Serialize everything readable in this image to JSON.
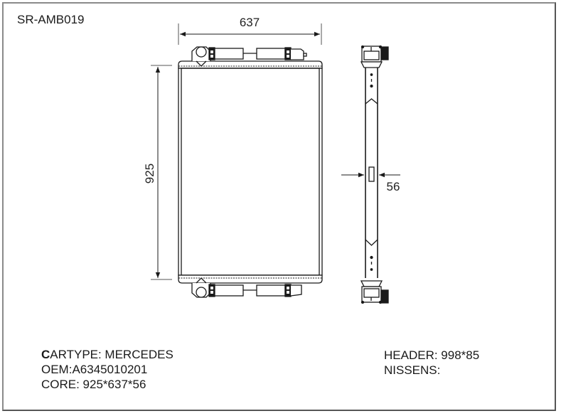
{
  "part_number": "SR-AMB019",
  "dimensions": {
    "width_label": "637",
    "height_label": "925",
    "depth_label": "56"
  },
  "specs_left": {
    "cartype_first_letter": "C",
    "cartype_rest": "ARTYPE: MERCEDES",
    "oem": "OEM:A6345010201",
    "core": "CORE: 925*637*56"
  },
  "specs_right": {
    "header": "HEADER: 998*85",
    "nissens": "NISSENS:"
  },
  "views": {
    "front": "radiator-front-view",
    "side": "radiator-side-view"
  },
  "colors": {
    "line": "#1a1a1a",
    "frame_border": "#8a8a8a",
    "background": "#ffffff"
  }
}
